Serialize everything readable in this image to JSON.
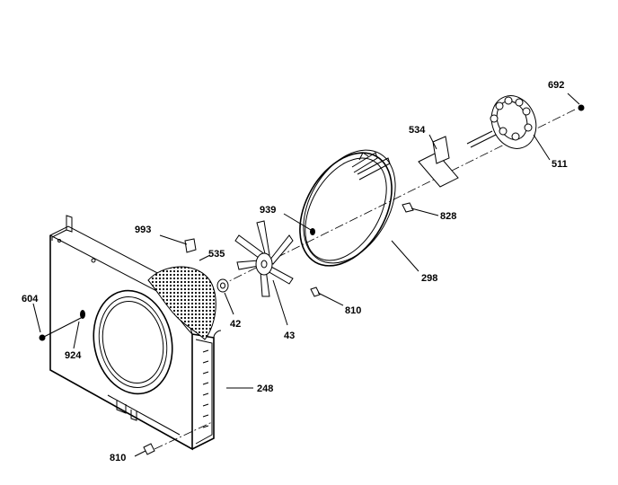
{
  "labels": {
    "p692": "692",
    "p534": "534",
    "p511": "511",
    "p939": "939",
    "p828": "828",
    "p993": "993",
    "p535": "535",
    "p298": "298",
    "p604": "604",
    "p810a": "810",
    "p42": "42",
    "p43": "43",
    "p924": "924",
    "p248": "248",
    "p810b": "810"
  }
}
